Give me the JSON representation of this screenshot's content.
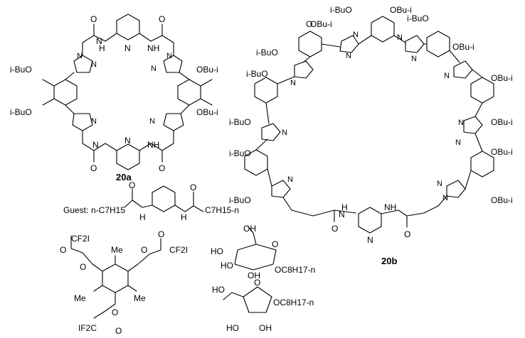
{
  "compound_20a": "20a",
  "compound_20b": "20b",
  "guest": {
    "prefix": "Guest:",
    "left_chain": "n-C7H15",
    "right_chain": "C7H15-n"
  },
  "atoms": {
    "O": "O",
    "N": "N",
    "NH": "NH",
    "HN": "HN",
    "H": "H",
    "OH": "OH",
    "HO": "HO",
    "iBuO": "i-BuO",
    "OBui": "OBu-i",
    "OBu_i": "OBu-i",
    "iBuO_top": "i-BuO",
    "Me": "Me",
    "CF2I": "CF2I",
    "IF2C": "IF2C",
    "OC8H17": "OC8H17-n"
  }
}
